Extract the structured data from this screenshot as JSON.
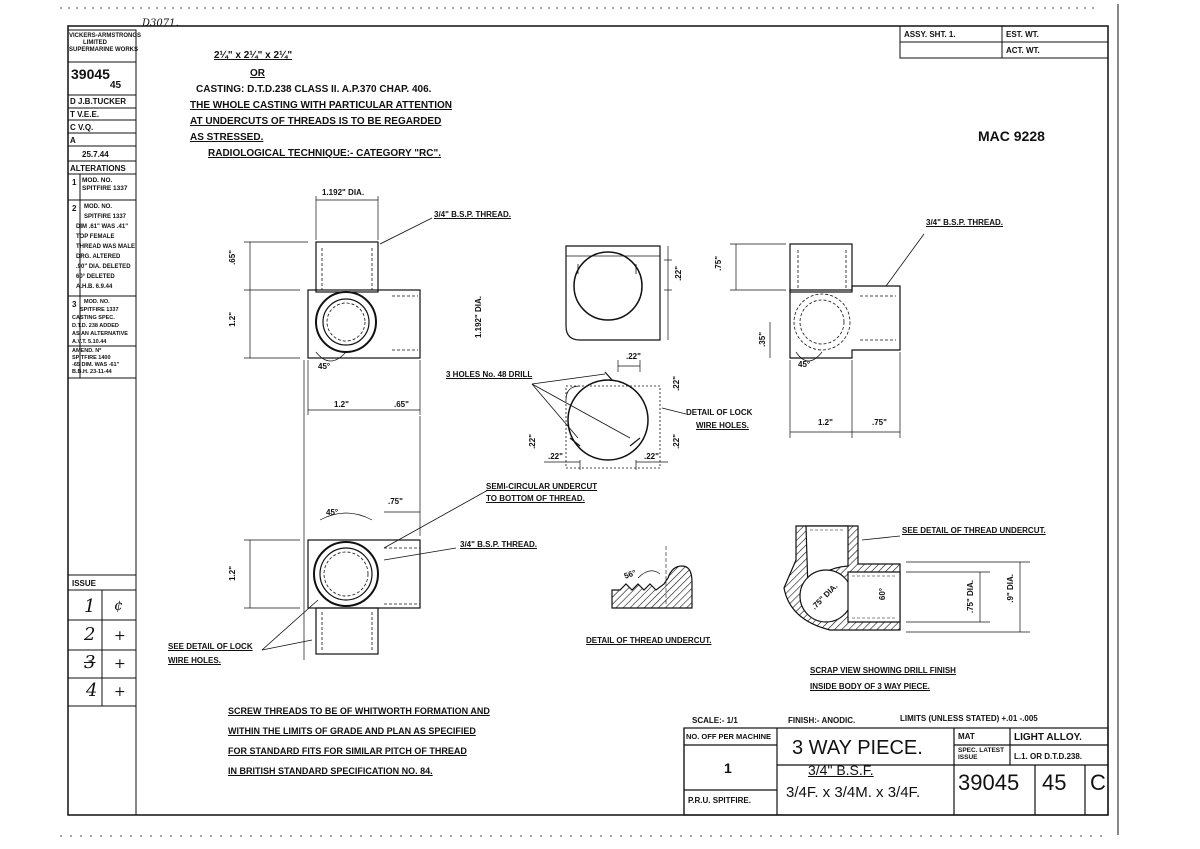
{
  "drawing_ref": "D3071.",
  "mac_number": "MAC 9228",
  "left_strip": {
    "company": [
      "VICKERS-ARMSTRONGS",
      "LIMITED",
      "SUPERMARINE WORKS"
    ],
    "drawing_no": "39045",
    "sheet_no": "45",
    "drawn": "D J.B.TUCKER",
    "traced": "T V.E.E.",
    "checked": "C V.Q.",
    "approved": "A",
    "date": "25.7.44",
    "alterations_title": "ALTERATIONS",
    "alterations": [
      {
        "no": "1",
        "text": [
          "MOD. NO.",
          "SPITFIRE 1337"
        ]
      },
      {
        "no": "2",
        "text": [
          "MOD. NO.",
          "SPITFIRE 1337",
          "DIM .61\" WAS .41\"",
          "TOP FEMALE",
          "THREAD WAS MALE",
          "DRG. ALTERED",
          ".90\" DIA. DELETED",
          "60° DELETED",
          "A.H.B. 6.9.44"
        ]
      },
      {
        "no": "3",
        "text": [
          "MOD. NO.",
          "SPITFIRE 1337",
          "CASTING SPEC.",
          "D.T.D. 238 ADDED",
          "AS AN ALTERNATIVE",
          "A.V.T. 5.10.44"
        ]
      },
      {
        "no": "",
        "text": [
          "AMEND. Nº",
          "SPITFIRE 1400",
          "-65 DIM. WAS -61\"",
          "B.B.H. 23-11-44"
        ]
      }
    ],
    "issue_title": "ISSUE",
    "issues": [
      {
        "no": "1",
        "mark": "¢"
      },
      {
        "no": "2",
        "mark": "+"
      },
      {
        "no": "3",
        "mark": "+"
      },
      {
        "no": "4",
        "mark": "+"
      }
    ]
  },
  "top_right": {
    "assy_label": "ASSY. SHT. 1.",
    "est_wt": "EST. WT.",
    "act_wt": "ACT. WT."
  },
  "notes_top": {
    "size": "2¼\" x 2¼\" x 2¼\"",
    "or": "OR",
    "casting": "CASTING: D.T.D.238 CLASS II. A.P.370 CHAP. 406.",
    "line1": "THE WHOLE CASTING WITH PARTICULAR ATTENTION",
    "line2": "AT UNDERCUTS OF THREADS IS TO BE REGARDED",
    "line3": "AS STRESSED.",
    "line4": "RADIOLOGICAL TECHNIQUE:- CATEGORY \"RC\"."
  },
  "callouts": {
    "dia_1192": "1.192\" DIA.",
    "bsp_thread": "3/4\" B.S.P. THREAD.",
    "dim_65": ".65\"",
    "dim_12": "1.2\"",
    "dim_45": "45°",
    "dim_1192_vert": "1.192\" DIA.",
    "dim_12b": "1.2\"",
    "dim_65b": ".65\"",
    "dim_75": ".75\"",
    "semi_circular_1": "SEMI-CIRCULAR UNDERCUT",
    "semi_circular_2": "TO BOTTOM OF THREAD.",
    "bsp_thread_2": "3/4\" B.S.P. THREAD.",
    "dim_45b": "45°",
    "dim_12c": "1.2\"",
    "see_detail_lock_1": "SEE DETAIL OF LOCK",
    "see_detail_lock_2": "WIRE HOLES.",
    "three_holes": "3 HOLES No. 48 DRILL",
    "dim_22": ".22\"",
    "detail_lock_1": "DETAIL OF LOCK",
    "detail_lock_2": "WIRE HOLES.",
    "bsp_thread_3": "3/4\" B.S.P. THREAD.",
    "dim_75b": ".75\"",
    "dim_35": ".35\"",
    "dim_45c": "45°",
    "dim_12d": "1.2\"",
    "dim_75c": ".75\"",
    "dim_56": "56°",
    "detail_thread_undercut": "DETAIL OF THREAD UNDERCUT.",
    "see_detail_thread": "SEE DETAIL OF THREAD UNDERCUT.",
    "dim_75dia": ".75\" DIA.",
    "dim_60": "60°",
    "dim_75dia2": ".75\" DIA.",
    "dim_9dia": ".9\" DIA.",
    "scrap_view_1": "SCRAP VIEW SHOWING DRILL FINISH",
    "scrap_view_2": "INSIDE BODY OF 3 WAY PIECE."
  },
  "notes_bottom": [
    "SCREW THREADS TO BE OF WHITWORTH FORMATION AND",
    "WITHIN THE LIMITS OF GRADE AND PLAN AS SPECIFIED",
    "FOR STANDARD FITS FOR SIMILAR PITCH OF THREAD",
    "IN BRITISH STANDARD SPECIFICATION NO. 84."
  ],
  "title_block": {
    "scale": "SCALE:- 1/1",
    "finish": "FINISH:- ANODIC.",
    "limits": "LIMITS (UNLESS STATED) +.01 -.005",
    "no_off_label": "NO. OFF PER MACHINE",
    "no_off": "1",
    "pru": "P.R.U. SPITFIRE.",
    "title": "3 WAY PIECE.",
    "subtitle": "3/4\" B.S.F.",
    "subtitle2": "3/4F. x 3/4M. x 3/4F.",
    "mat_label": "MAT",
    "mat": "LIGHT ALLOY.",
    "spec_label": "SPEC. LATEST ISSUE",
    "spec": "L.1. OR D.T.D.238.",
    "drawing_no": "39045",
    "sheet": "45",
    "issue_letter": "C"
  }
}
